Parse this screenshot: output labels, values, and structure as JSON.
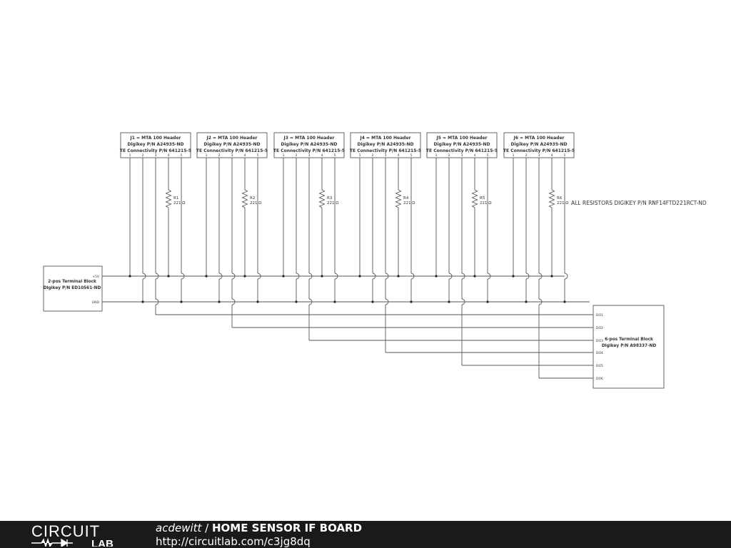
{
  "headers": [
    {
      "title": "J1 = MTA 100 Header",
      "digikey": "Digikey P/N A24935-ND",
      "te": "TE Connectivity P/N 641215-5",
      "pins": [
        "1",
        "2",
        "3",
        "4",
        "5"
      ]
    },
    {
      "title": "J2 = MTA 100 Header",
      "digikey": "Digikey P/N A24935-ND",
      "te": "TE Connectivity P/N 641215-5",
      "pins": [
        "1",
        "2",
        "3",
        "4",
        "5"
      ]
    },
    {
      "title": "J3 = MTA 100 Header",
      "digikey": "Digikey P/N A24935-ND",
      "te": "TE Connectivity P/N 641215-5",
      "pins": [
        "1",
        "2",
        "3",
        "4",
        "5"
      ]
    },
    {
      "title": "J4 = MTA 100 Header",
      "digikey": "Digikey P/N A24935-ND",
      "te": "TE Connectivity P/N 641215-5",
      "pins": [
        "1",
        "2",
        "3",
        "4",
        "5"
      ]
    },
    {
      "title": "J5 = MTA 100 Header",
      "digikey": "Digikey P/N A24935-ND",
      "te": "TE Connectivity P/N 641215-5",
      "pins": [
        "1",
        "2",
        "3",
        "4",
        "5"
      ]
    },
    {
      "title": "J6 = MTA 100 Header",
      "digikey": "Digikey P/N A24935-ND",
      "te": "TE Connectivity P/N 641215-5",
      "pins": [
        "1",
        "2",
        "3",
        "4",
        "5"
      ]
    }
  ],
  "resistors": [
    {
      "name": "R1",
      "value": "221 Ω"
    },
    {
      "name": "R2",
      "value": "221 Ω"
    },
    {
      "name": "R3",
      "value": "221 Ω"
    },
    {
      "name": "R4",
      "value": "221 Ω"
    },
    {
      "name": "R5",
      "value": "221 Ω"
    },
    {
      "name": "R6",
      "value": "221 Ω"
    }
  ],
  "resistor_note": "ALL RESISTORS DIGIKEY P/N RNF14FTD221RCT-ND",
  "terminal2": {
    "title": "2-pos Terminal Block",
    "digikey": "Digikey P/N ED10561-ND",
    "pin_vcc": "+5V",
    "pin_gnd": "GND"
  },
  "terminal6": {
    "title": "6-pos Terminal Block",
    "digikey": "Digikey P/N A98337-ND",
    "pins": [
      "DO1",
      "DO2",
      "DO3",
      "DO4",
      "DO5",
      "DO6"
    ]
  },
  "footer": {
    "author": "acdewitt",
    "separator": " / ",
    "title": "HOME SENSOR IF BOARD",
    "url": "http://circuitlab.com/c3jg8dq",
    "logo_top": "CIRCUIT",
    "logo_bottom": "LAB"
  },
  "colors": {
    "wire": "#555555",
    "text": "#333333",
    "footer_bg": "#1a1a1a",
    "footer_text": "#ffffff"
  }
}
